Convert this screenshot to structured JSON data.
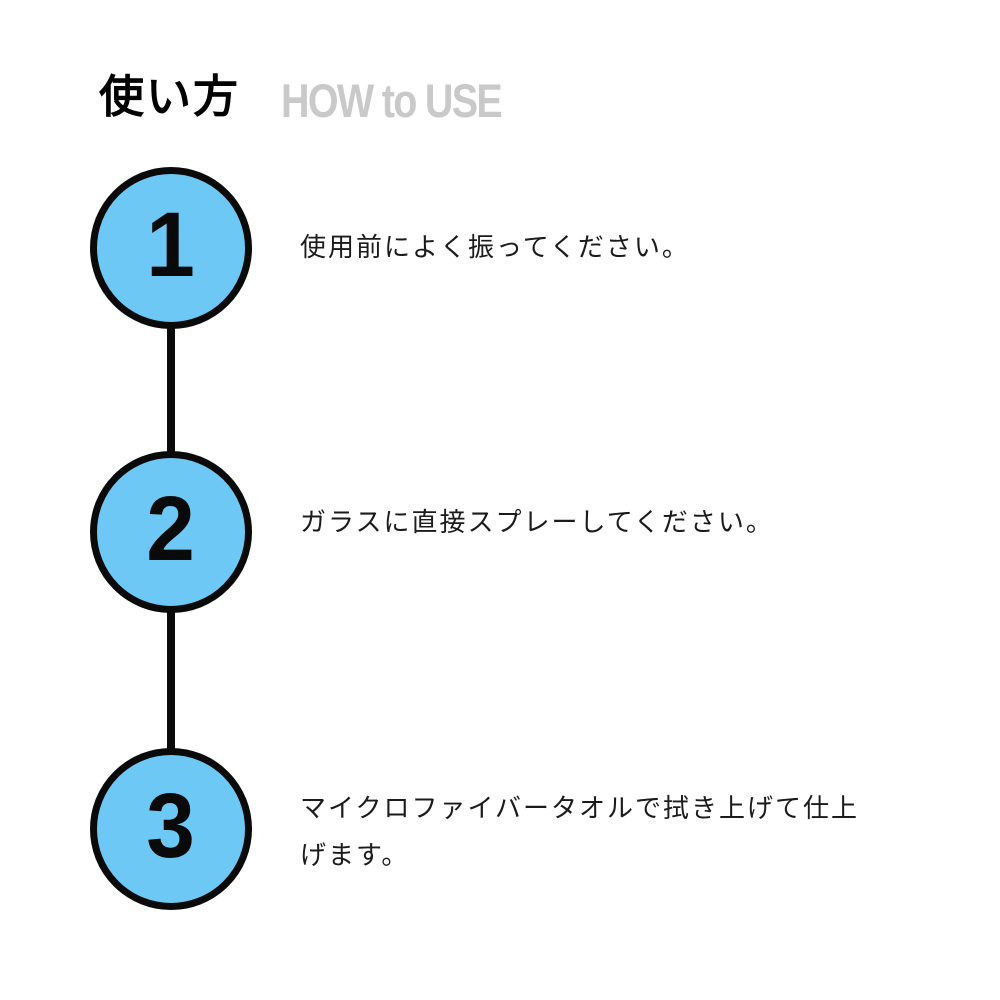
{
  "header": {
    "title_ja": "使い方",
    "title_en": "HOW to USE"
  },
  "steps": [
    {
      "number": "1",
      "text": "使用前によく振ってください。"
    },
    {
      "number": "2",
      "text": "ガラスに直接スプレーしてください。"
    },
    {
      "number": "3",
      "text": "マイクロファイバータオルで拭き上げて仕上げます。"
    }
  ],
  "colors": {
    "background": "#FFFFFF",
    "circle_fill": "#6EC8F5",
    "circle_stroke": "#0A0A0A",
    "title_en_color": "#C9C9C9"
  }
}
